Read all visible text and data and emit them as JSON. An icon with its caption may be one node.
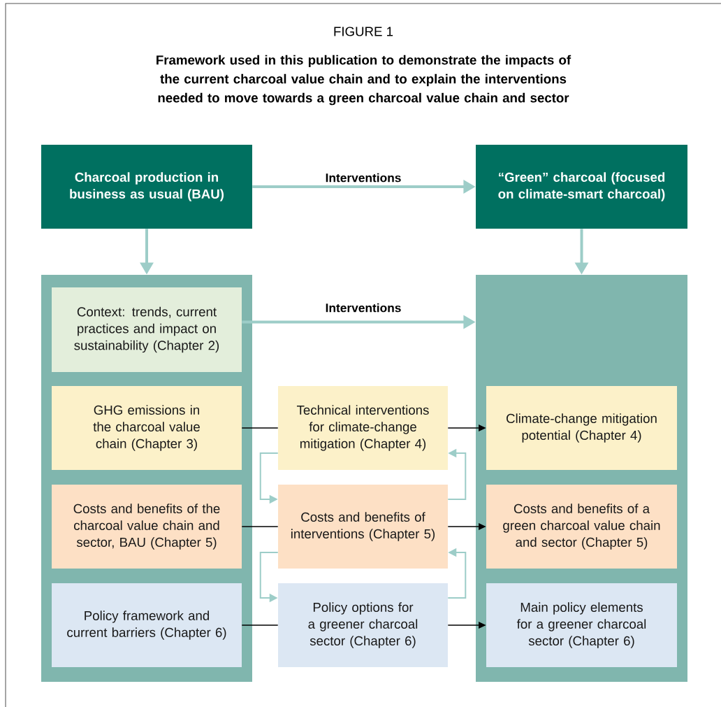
{
  "diagram": {
    "title": "Framework used in this publication to demonstrate the impacts of the current charcoal value chain and to explain the interventions needed to move towards a green charcoal value chain and sector",
    "nodes": [
      {
        "text": [
          "Charcoal production in business as usual (BAU)"
        ]
      },
      {
        "text": [
          "“Green” charcoal (focused on climate-smart charcoal)"
        ]
      },
      {
        "text": [],
        "shape": "box"
      },
      {
        "text": [],
        "shape": "box"
      },
      {
        "text": [
          "Context: trends, current practices and impact on sustainability (Chapter 2)"
        ],
        "in": 2
      },
      {
        "text": [
          "GHG emissions in the charcoal value chain (Chapter 3)"
        ],
        "in": 2
      },
      {
        "text": [
          "Costs and benefits of the charcoal value chain and sector, BAU (Chapter 5)"
        ],
        "in": 2
      },
      {
        "text": [
          "Policy framework and current barriers (Chapter 6)"
        ],
        "in": 2
      },
      {
        "text": [
          "Technical interventions for climate-change mitigation (Chapter 4)"
        ]
      },
      {
        "text": [
          "Costs and benefits of interventions (Chapter 5)"
        ]
      },
      {
        "text": [
          "Policy options for a greener charcoal sector (Chapter 6)"
        ]
      },
      {
        "text": [
          "Climate-change mitigation potential (Chapter 4)"
        ],
        "in": 3
      },
      {
        "text": [
          "Costs and benefits of a green charcoal value chain and sector (Chapter 5)"
        ],
        "in": 3
      },
      {
        "text": [
          "Main policy elements for a greener charcoal sector (Chapter 6)"
        ],
        "in": 3
      }
    ],
    "edges": [
      {
        "from": 0,
        "to": 1,
        "arrow": "to",
        "label": "Interventions",
        "style": "thick"
      },
      {
        "from": 0,
        "to": 2,
        "arrow": "to",
        "style": "thick"
      },
      {
        "from": 1,
        "to": 3,
        "arrow": "to",
        "style": "thick"
      },
      {
        "from": 4,
        "to": 3,
        "arrow": "to",
        "label": "Interventions",
        "style": "thick"
      },
      {
        "from": 5,
        "to": 8,
        "arrow": "none",
        "color": "#000000"
      },
      {
        "from": 8,
        "to": 11,
        "arrow": "to",
        "color": "#000000"
      },
      {
        "from": 6,
        "to": 9,
        "arrow": "none",
        "color": "#000000"
      },
      {
        "from": 9,
        "to": 12,
        "arrow": "to",
        "color": "#000000"
      },
      {
        "from": 7,
        "to": 10,
        "arrow": "none",
        "color": "#000000"
      },
      {
        "from": 10,
        "to": 13,
        "arrow": "to",
        "color": "#000000"
      },
      {
        "from": 8,
        "to": 9,
        "arrow": "to"
      },
      {
        "from": 9,
        "to": 8,
        "arrow": "to"
      },
      {
        "from": 9,
        "to": 10,
        "arrow": "to"
      },
      {
        "from": 10,
        "to": 9,
        "arrow": "to"
      }
    ],
    "labels": [
      "FIGURE 1"
    ]
  }
}
